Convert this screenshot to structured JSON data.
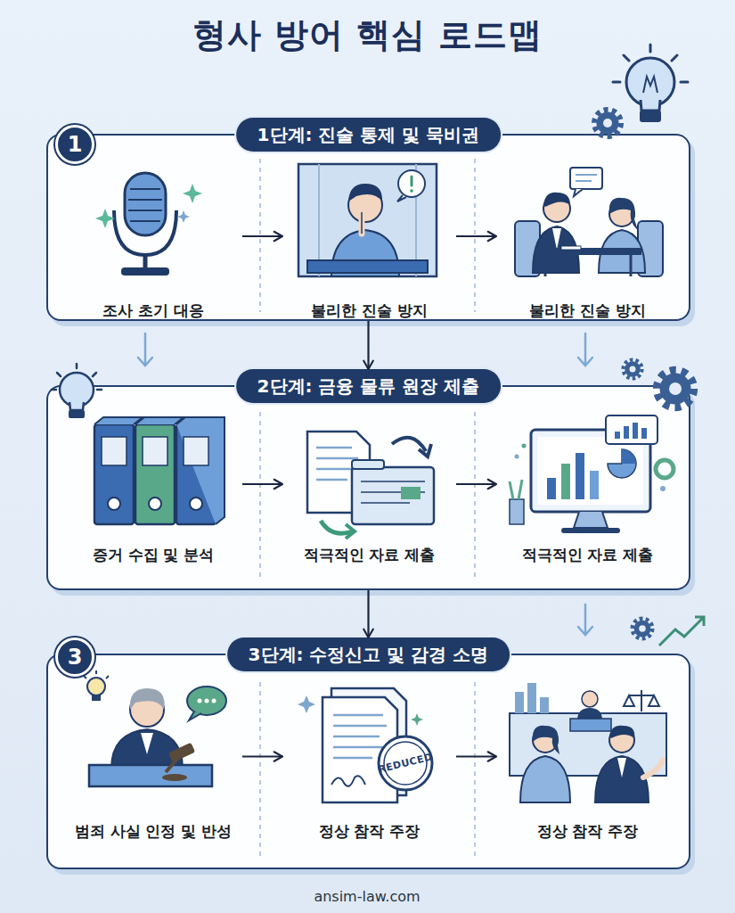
{
  "diagram": {
    "title": "형사 방어 핵심 로드맵",
    "nodes": [
      {
        "text": [
          "1단계: 진술 통제 및 묵비권"
        ]
      },
      {
        "text": [
          "1"
        ],
        "in": 0
      },
      {
        "text": [
          "조사 초기 대응"
        ],
        "in": 0
      },
      {
        "text": [
          "불리한 진술 방지"
        ],
        "in": 0
      },
      {
        "text": [
          "불리한 진술 방지"
        ],
        "in": 0
      },
      {
        "text": [
          "2단계: 금융 물류 원장 제출"
        ]
      },
      {
        "text": [
          "증거 수집 및 분석"
        ],
        "in": 5
      },
      {
        "text": [
          "적극적인 자료 제출"
        ],
        "in": 5
      },
      {
        "text": [
          "적극적인 자료 제출"
        ],
        "in": 5
      },
      {
        "text": [
          "3단계: 수정신고 및 감경 소명"
        ]
      },
      {
        "text": [
          "3"
        ],
        "in": 9
      },
      {
        "text": [
          "범죄 사실 인정 및 반성"
        ],
        "in": 9
      },
      {
        "text": [
          "정상 참작 주장"
        ],
        "in": 9
      },
      {
        "text": [
          "정상 참작 주장"
        ],
        "in": 9
      }
    ],
    "edges": [
      {
        "from": 2,
        "to": 3,
        "arrow": "to"
      },
      {
        "from": 3,
        "to": 4,
        "arrow": "to"
      },
      {
        "from": 0,
        "to": 5,
        "arrow": "to"
      },
      {
        "from": 6,
        "to": 7,
        "arrow": "to"
      },
      {
        "from": 7,
        "to": 8,
        "arrow": "to"
      },
      {
        "from": 5,
        "to": 9,
        "arrow": "to"
      },
      {
        "from": 11,
        "to": 12,
        "arrow": "to"
      },
      {
        "from": 12,
        "to": 13,
        "arrow": "to"
      }
    ],
    "labels": [
      "REDUCED",
      "ansim-law.com"
    ]
  }
}
